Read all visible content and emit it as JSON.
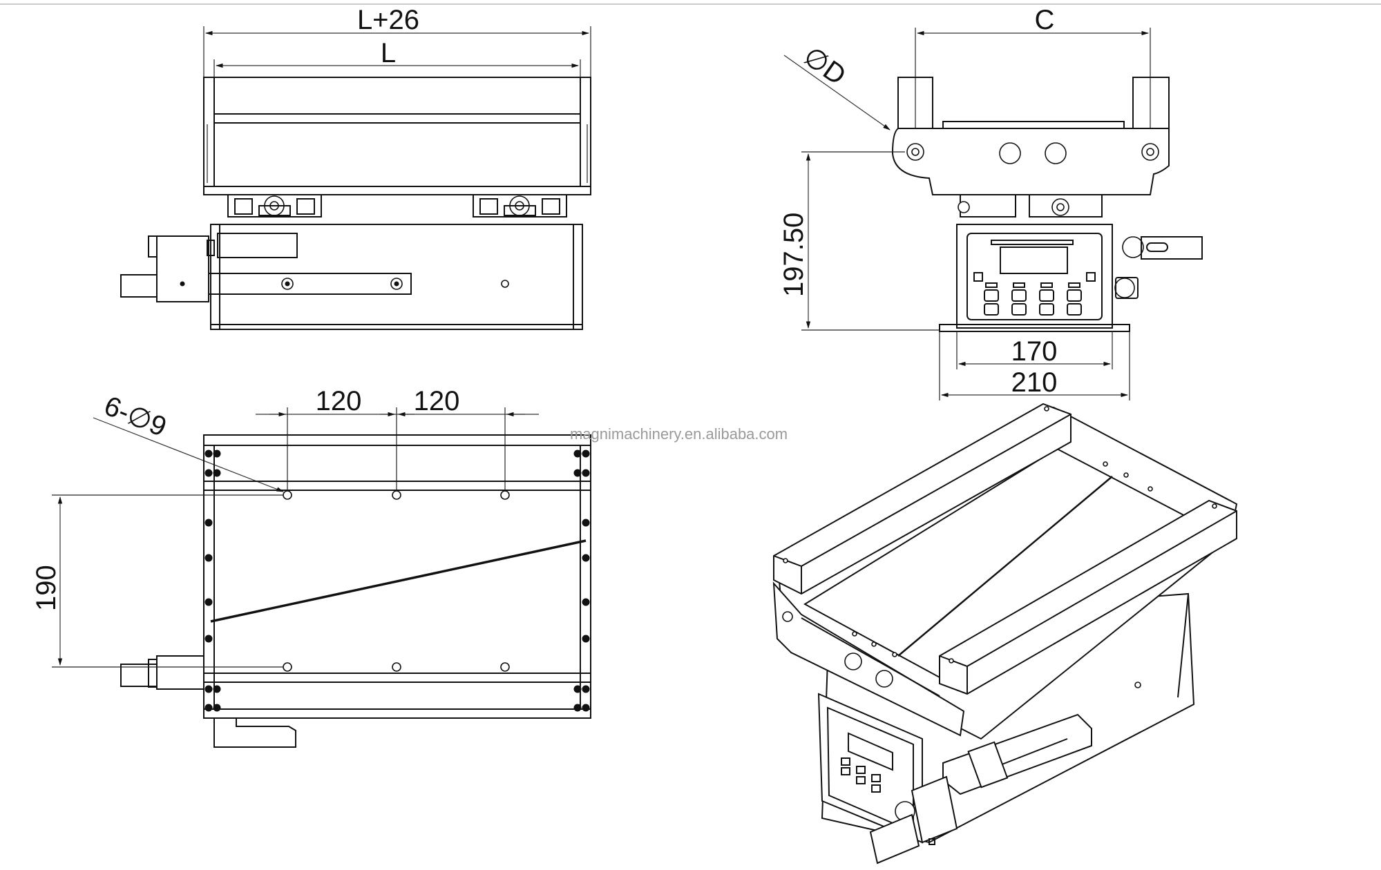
{
  "dimensions": {
    "front_overall_width": "L+26",
    "front_belt_width": "L",
    "end_roller_span": "C",
    "roller_diameter": "∅D",
    "height": "197.50",
    "base_inner_width": "170",
    "base_outer_width": "210",
    "hole_pitch_left": "120",
    "hole_pitch_right": "120",
    "mounting_holes": "6-∅9",
    "hole_row_spacing": "190"
  },
  "watermark": "magnimachinery.en.alibaba.com"
}
